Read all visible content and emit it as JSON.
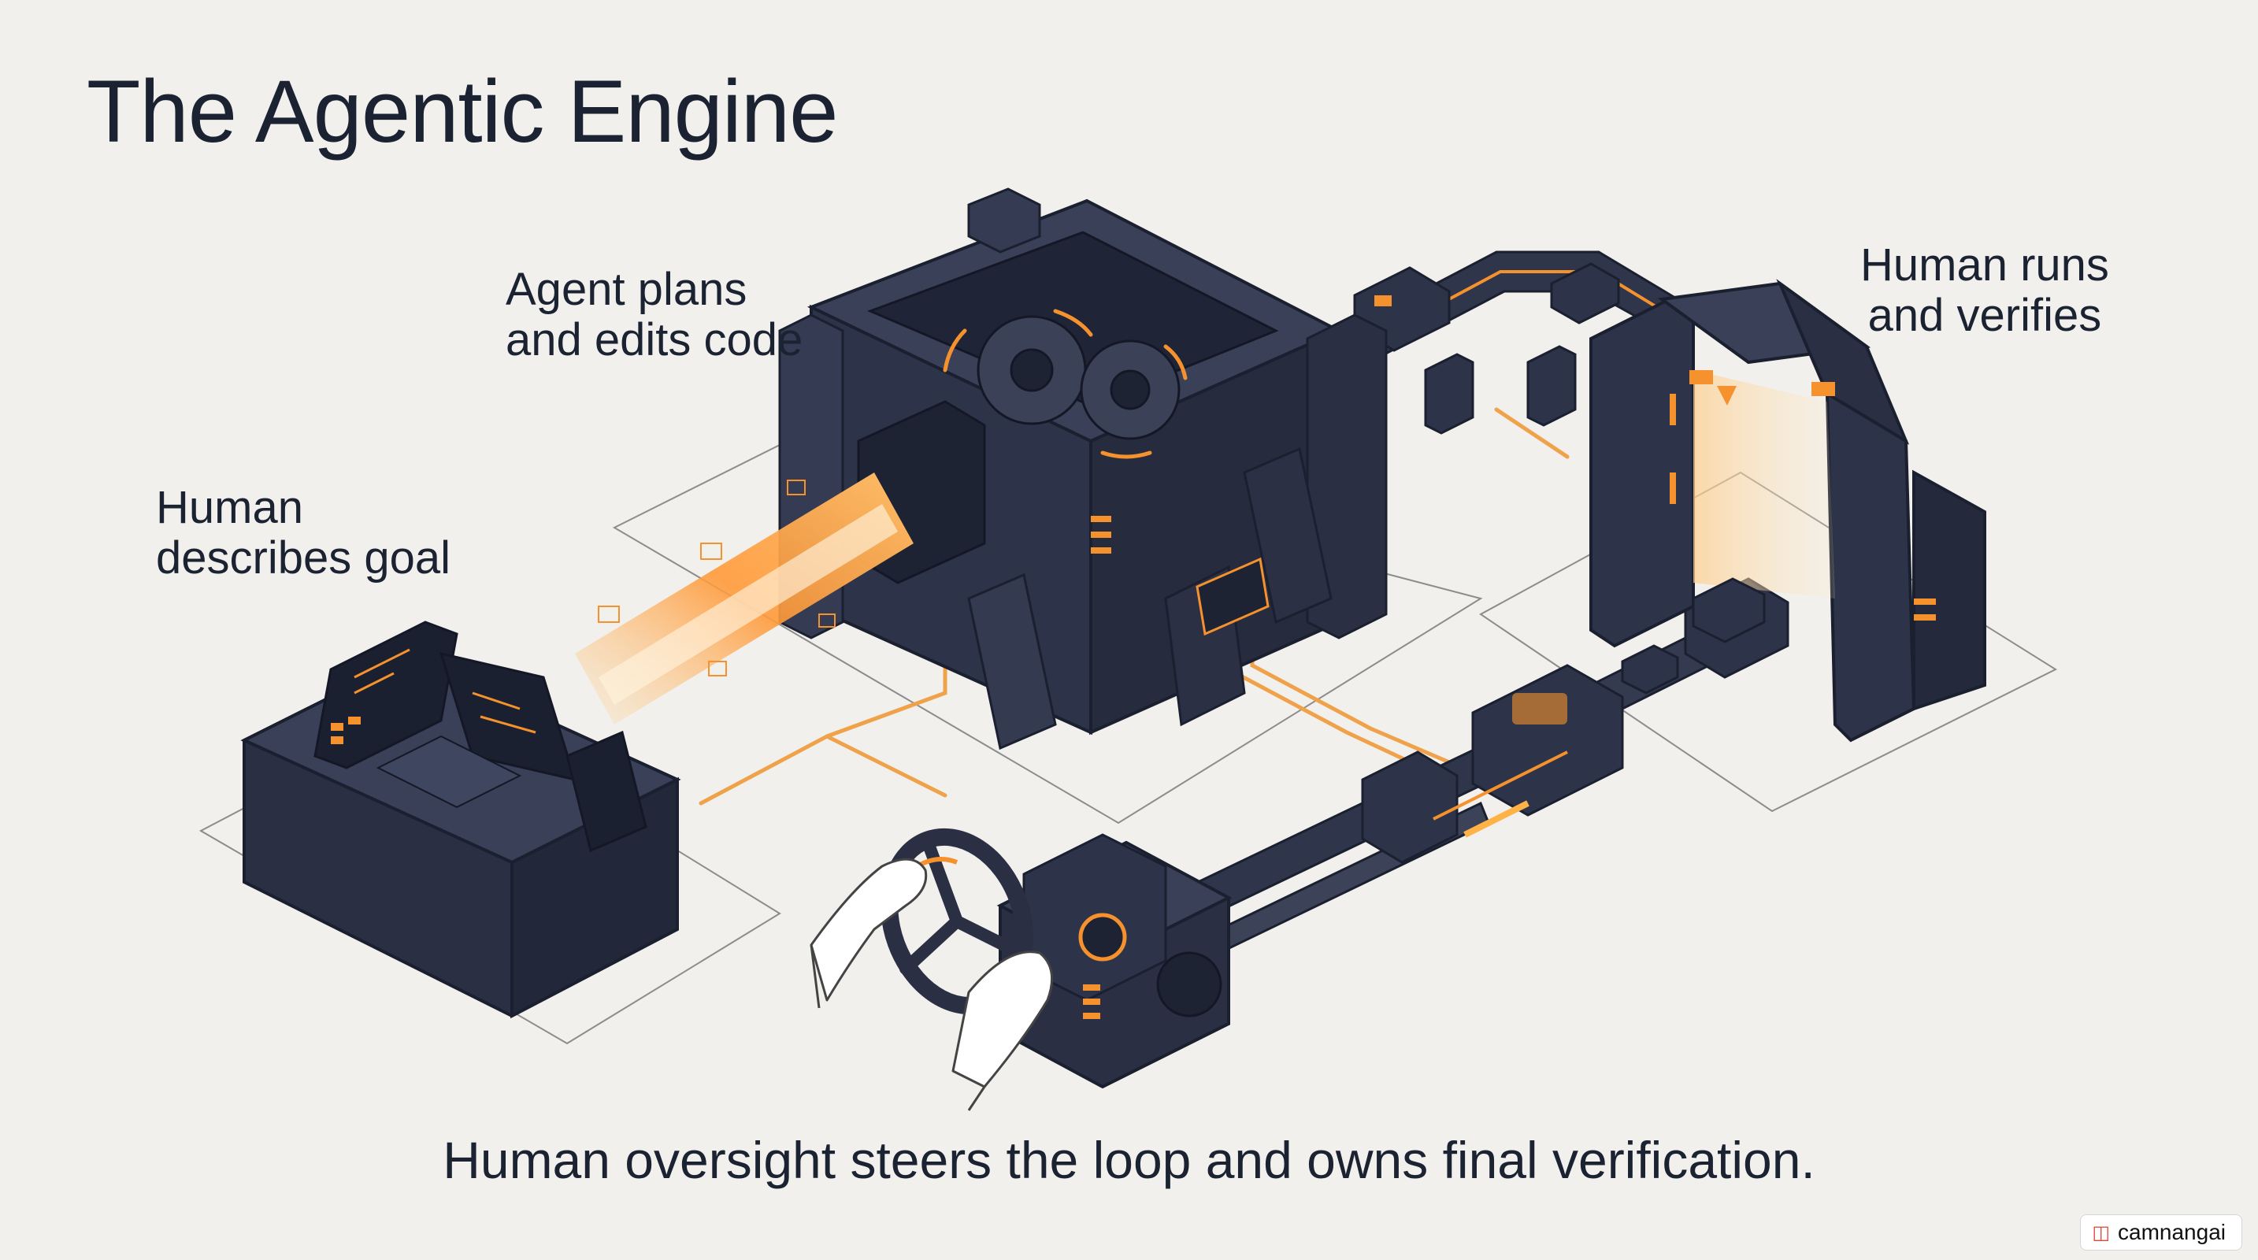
{
  "title": "The Agentic Engine",
  "labels": {
    "goal": [
      "Human",
      "describes goal"
    ],
    "plan": [
      "Agent plans",
      "and edits code"
    ],
    "verify": [
      "Human runs",
      "and verifies"
    ]
  },
  "caption": "Human oversight steers the loop and owns final verification.",
  "badge": {
    "icon": "book-icon",
    "text": "camnangai"
  },
  "colors": {
    "background": "#f1f0ec",
    "machine": "#2d3348",
    "machine_dark": "#1e2333",
    "accent": "#f5922e",
    "glow": "#ffb347"
  }
}
